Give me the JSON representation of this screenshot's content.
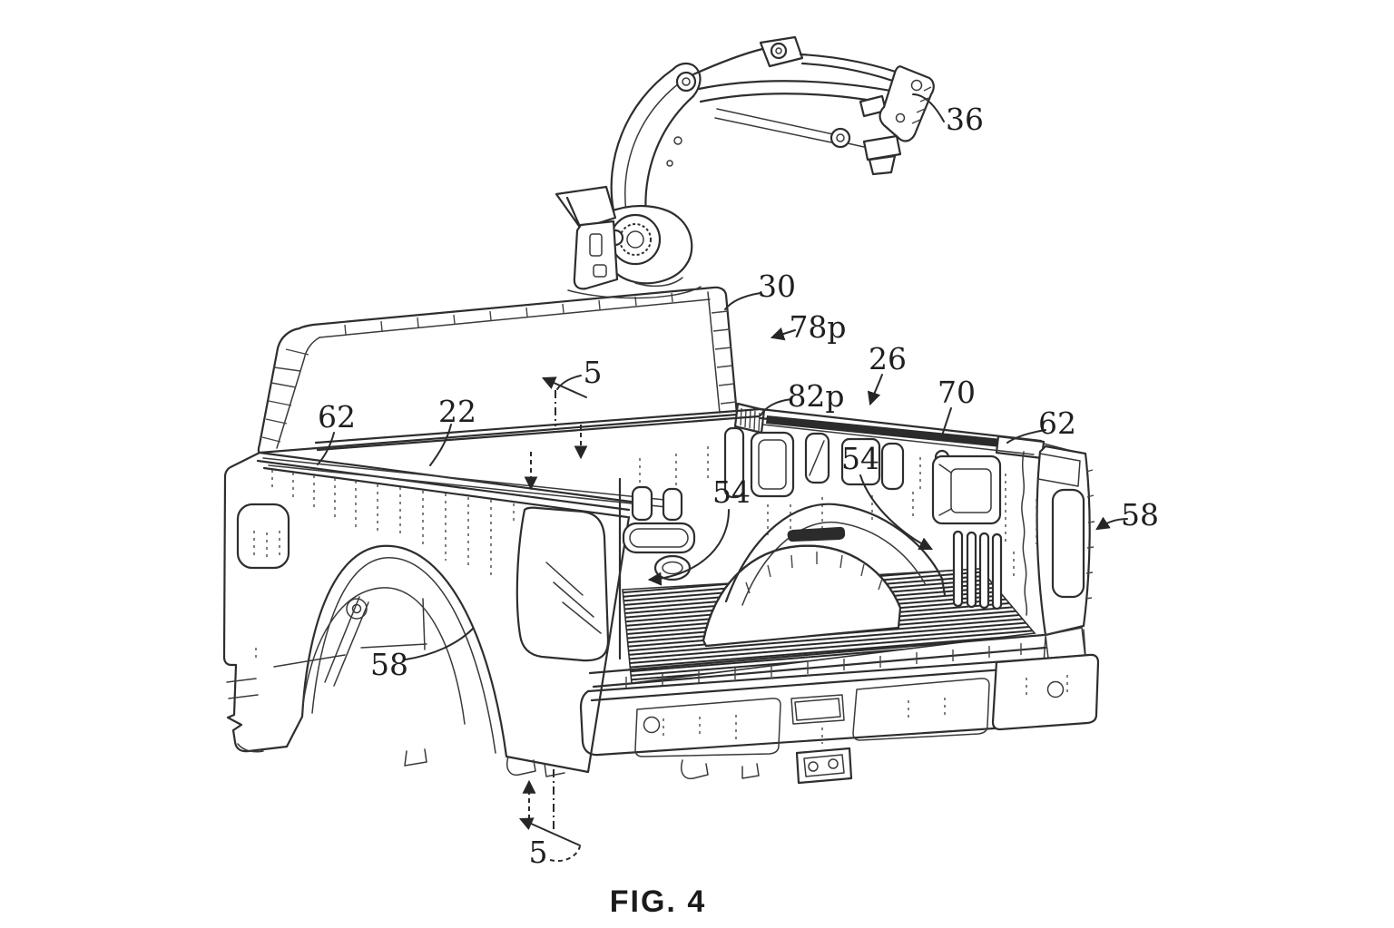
{
  "figure": {
    "caption": "FIG. 4",
    "reference_labels": {
      "r36": "36",
      "r30": "30",
      "r78p": "78p",
      "r26": "26",
      "r70": "70",
      "r62_right": "62",
      "r82p": "82p",
      "r62_left": "62",
      "r22": "22",
      "r5_top": "5",
      "r54_left": "54",
      "r54_right": "54",
      "r58_left": "58",
      "r58_right": "58",
      "r5_bottom": "5"
    },
    "colors": {
      "ink": "#2e2e2e",
      "background": "#ffffff"
    }
  }
}
